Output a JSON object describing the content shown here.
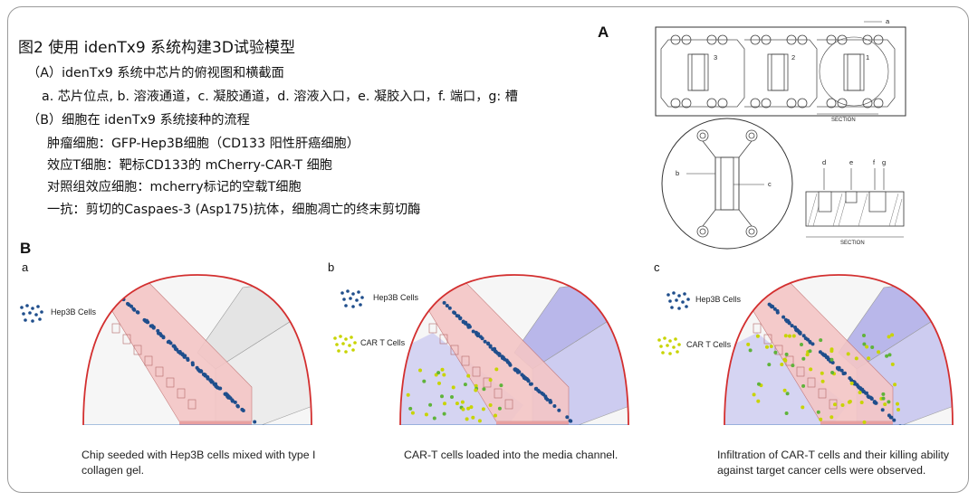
{
  "title": "图2 使用 idenTx9 系统构建3D试验模型",
  "lines": [
    "（A）idenTx9 系统中芯片的俯视图和横截面",
    "a. 芯片位点, b. 溶液通道，c. 凝胶通道，d. 溶液入口，e. 凝胶入口，f. 端口，g: 槽",
    "（B）细胞在 idenTx9 系统接种的流程",
    "肿瘤细胞：GFP-Hep3B细胞（CD133 阳性肝癌细胞）",
    "效应T细胞：靶标CD133的 mCherry-CAR-T 细胞",
    "对照组效应细胞：mcherry标记的空载T细胞",
    "一抗：剪切的Caspaes-3 (Asp175)抗体，细胞凋亡的终末剪切酶"
  ],
  "panel_a_label": "A",
  "panel_b_label": "B",
  "chip_labels": {
    "a": "a",
    "b": "b",
    "c": "c",
    "d": "d",
    "e": "e",
    "f": "f",
    "g": "g",
    "section_top": "SECTION",
    "section_bottom": "SECTION",
    "num1": "3",
    "num2": "2",
    "num3": "1"
  },
  "subpanels": [
    {
      "letter": "a",
      "legend": [
        "Hep3B Cells"
      ],
      "caption": "Chip seeded with Hep3B cells mixed with type I collagen gel."
    },
    {
      "letter": "b",
      "legend": [
        "Hep3B Cells",
        "CAR T Cells"
      ],
      "caption": "CAR-T cells loaded into the media channel."
    },
    {
      "letter": "c",
      "legend": [
        "Hep3B Cells",
        "CAR T Cells"
      ],
      "caption": "Infiltration of CAR-T cells and their killing ability against target cancer cells were observed."
    }
  ],
  "colors": {
    "hep3b": "#1f4e8c",
    "cart": "#c8d400",
    "gel": "#f4c6c6",
    "media": "#c9c8f0",
    "dome": "#d32f2f"
  }
}
